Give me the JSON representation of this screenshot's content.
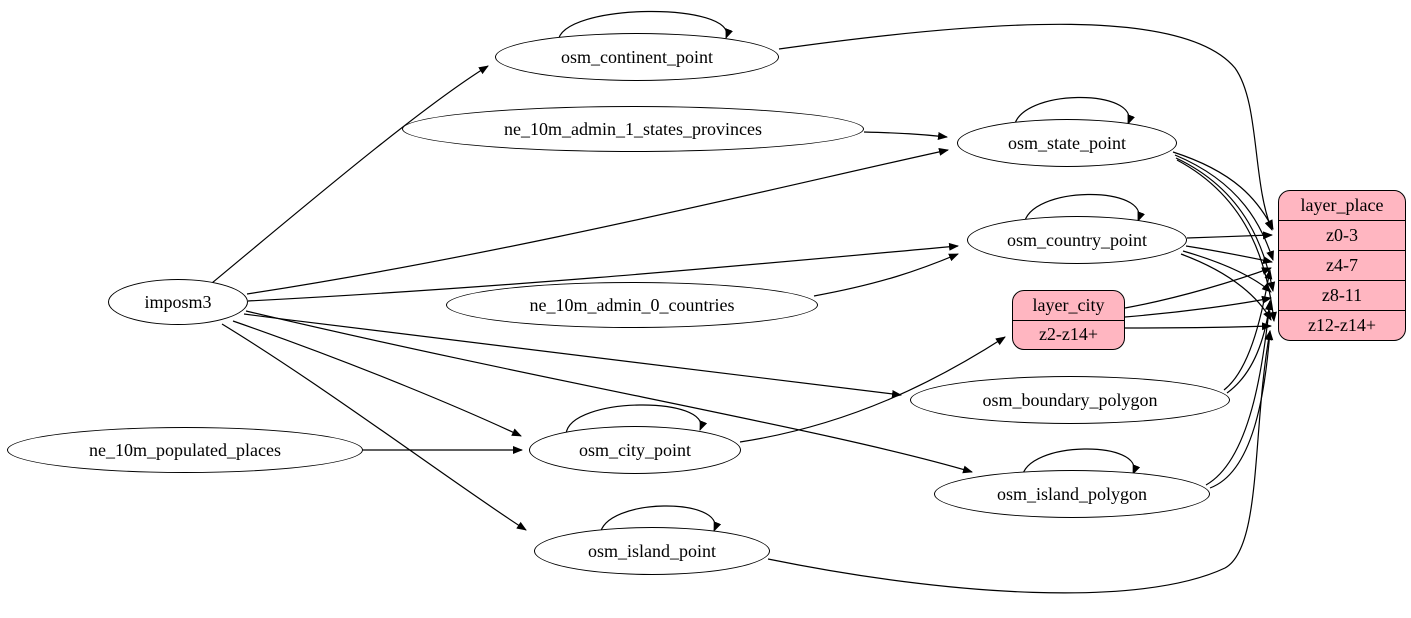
{
  "diagram": {
    "kind": "etl-dependency-graph",
    "background_color": "#ffffff",
    "edge_color": "#000000",
    "ellipse_fill": "#ffffff",
    "record_fill": "#ffb6c1",
    "nodes": {
      "imposm3": "imposm3",
      "osm_continent_point": "osm_continent_point",
      "ne_10m_admin_1_states_provinces": "ne_10m_admin_1_states_provinces",
      "osm_state_point": "osm_state_point",
      "osm_country_point": "osm_country_point",
      "ne_10m_admin_0_countries": "ne_10m_admin_0_countries",
      "osm_boundary_polygon": "osm_boundary_polygon",
      "ne_10m_populated_places": "ne_10m_populated_places",
      "osm_city_point": "osm_city_point",
      "osm_island_polygon": "osm_island_polygon",
      "osm_island_point": "osm_island_point"
    },
    "records": {
      "layer_place": {
        "title": "layer_place",
        "rows": [
          "z0-3",
          "z4-7",
          "z8-11",
          "z12-z14+"
        ]
      },
      "layer_city": {
        "title": "layer_city",
        "rows": [
          "z2-z14+"
        ]
      }
    },
    "edges": [
      {
        "from": "imposm3",
        "to": "osm_continent_point"
      },
      {
        "from": "imposm3",
        "to": "osm_state_point"
      },
      {
        "from": "imposm3",
        "to": "osm_country_point"
      },
      {
        "from": "imposm3",
        "to": "osm_boundary_polygon"
      },
      {
        "from": "imposm3",
        "to": "osm_city_point"
      },
      {
        "from": "imposm3",
        "to": "osm_island_polygon"
      },
      {
        "from": "imposm3",
        "to": "osm_island_point"
      },
      {
        "from": "ne_10m_admin_1_states_provinces",
        "to": "osm_state_point"
      },
      {
        "from": "ne_10m_admin_0_countries",
        "to": "osm_country_point"
      },
      {
        "from": "ne_10m_populated_places",
        "to": "osm_city_point"
      },
      {
        "from": "osm_continent_point",
        "to": "osm_continent_point"
      },
      {
        "from": "osm_state_point",
        "to": "osm_state_point"
      },
      {
        "from": "osm_country_point",
        "to": "osm_country_point"
      },
      {
        "from": "osm_city_point",
        "to": "osm_city_point"
      },
      {
        "from": "osm_island_polygon",
        "to": "osm_island_polygon"
      },
      {
        "from": "osm_island_point",
        "to": "osm_island_point"
      },
      {
        "from": "osm_city_point",
        "to": "layer_city:z2-z14+"
      },
      {
        "from": "osm_continent_point",
        "to": "layer_place:z0-3"
      },
      {
        "from": "osm_state_point",
        "to": "layer_place:z0-3"
      },
      {
        "from": "osm_state_point",
        "to": "layer_place:z4-7"
      },
      {
        "from": "osm_state_point",
        "to": "layer_place:z8-11"
      },
      {
        "from": "osm_state_point",
        "to": "layer_place:z12-z14+"
      },
      {
        "from": "osm_country_point",
        "to": "layer_place:z0-3"
      },
      {
        "from": "osm_country_point",
        "to": "layer_place:z4-7"
      },
      {
        "from": "osm_country_point",
        "to": "layer_place:z8-11"
      },
      {
        "from": "osm_country_point",
        "to": "layer_place:z12-z14+"
      },
      {
        "from": "layer_city",
        "to": "layer_place:z4-7"
      },
      {
        "from": "layer_city",
        "to": "layer_place:z8-11"
      },
      {
        "from": "layer_city",
        "to": "layer_place:z12-z14+"
      },
      {
        "from": "osm_boundary_polygon",
        "to": "layer_place:z4-7"
      },
      {
        "from": "osm_boundary_polygon",
        "to": "layer_place:z8-11"
      },
      {
        "from": "osm_island_polygon",
        "to": "layer_place:z8-11"
      },
      {
        "from": "osm_island_polygon",
        "to": "layer_place:z12-z14+"
      },
      {
        "from": "osm_island_point",
        "to": "layer_place:z12-z14+"
      }
    ]
  }
}
